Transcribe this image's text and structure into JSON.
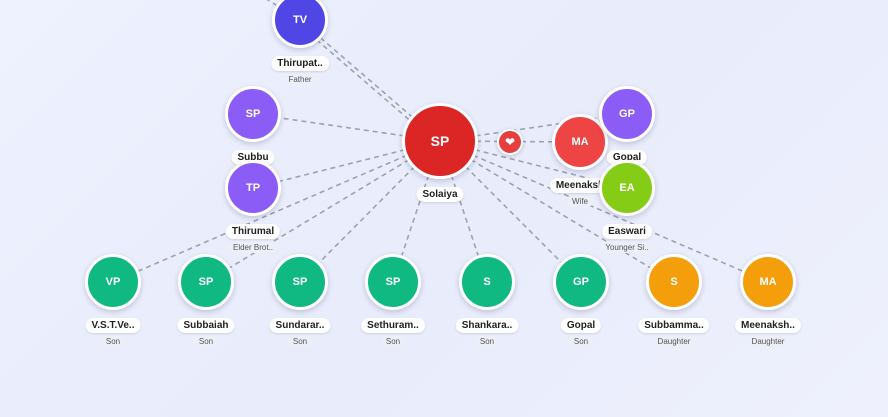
{
  "colors": {
    "edge": "#9ca3af",
    "purple_dark": "#4f46e5",
    "purple": "#8b5cf6",
    "red": "#dc2626",
    "red_light": "#ef4444",
    "green": "#10b981",
    "lime": "#84cc16",
    "orange": "#f59e0b"
  },
  "spouse_icon": "heart-icon",
  "nodes": [
    {
      "id": "thirupathi",
      "initials": "TV",
      "name": "Thirupat..",
      "role": "Father",
      "color": "#4f46e5"
    },
    {
      "id": "subbu",
      "initials": "SP",
      "name": "Subbu",
      "role": "",
      "color": "#8b5cf6"
    },
    {
      "id": "thirumal",
      "initials": "TP",
      "name": "Thirumal",
      "role": "Elder Brot..",
      "color": "#8b5cf6"
    },
    {
      "id": "solaiya",
      "initials": "SP",
      "name": "Solaiya",
      "role": "",
      "color": "#dc2626"
    },
    {
      "id": "meenakshi-wife",
      "initials": "MA",
      "name": "Meenaksh",
      "role": "Wife",
      "color": "#ef4444"
    },
    {
      "id": "gopal-top",
      "initials": "GP",
      "name": "Gopal",
      "role": "",
      "color": "#8b5cf6"
    },
    {
      "id": "easwari",
      "initials": "EA",
      "name": "Easwari",
      "role": "Younger Si..",
      "color": "#84cc16"
    },
    {
      "id": "vst",
      "initials": "VP",
      "name": "V.S.T.Ve..",
      "role": "Son",
      "color": "#10b981"
    },
    {
      "id": "subbaiah",
      "initials": "SP",
      "name": "Subbaiah",
      "role": "Son",
      "color": "#10b981"
    },
    {
      "id": "sundarar",
      "initials": "SP",
      "name": "Sundarar..",
      "role": "Son",
      "color": "#10b981"
    },
    {
      "id": "sethuram",
      "initials": "SP",
      "name": "Sethuram..",
      "role": "Son",
      "color": "#10b981"
    },
    {
      "id": "shankara",
      "initials": "S",
      "name": "Shankara..",
      "role": "Son",
      "color": "#10b981"
    },
    {
      "id": "gopal-son",
      "initials": "GP",
      "name": "Gopal",
      "role": "Son",
      "color": "#10b981"
    },
    {
      "id": "subbamma",
      "initials": "S",
      "name": "Subbamma..",
      "role": "Daughter",
      "color": "#f59e0b"
    },
    {
      "id": "meenakshi-daughter",
      "initials": "MA",
      "name": "Meenaksh..",
      "role": "Daughter",
      "color": "#f59e0b"
    }
  ]
}
